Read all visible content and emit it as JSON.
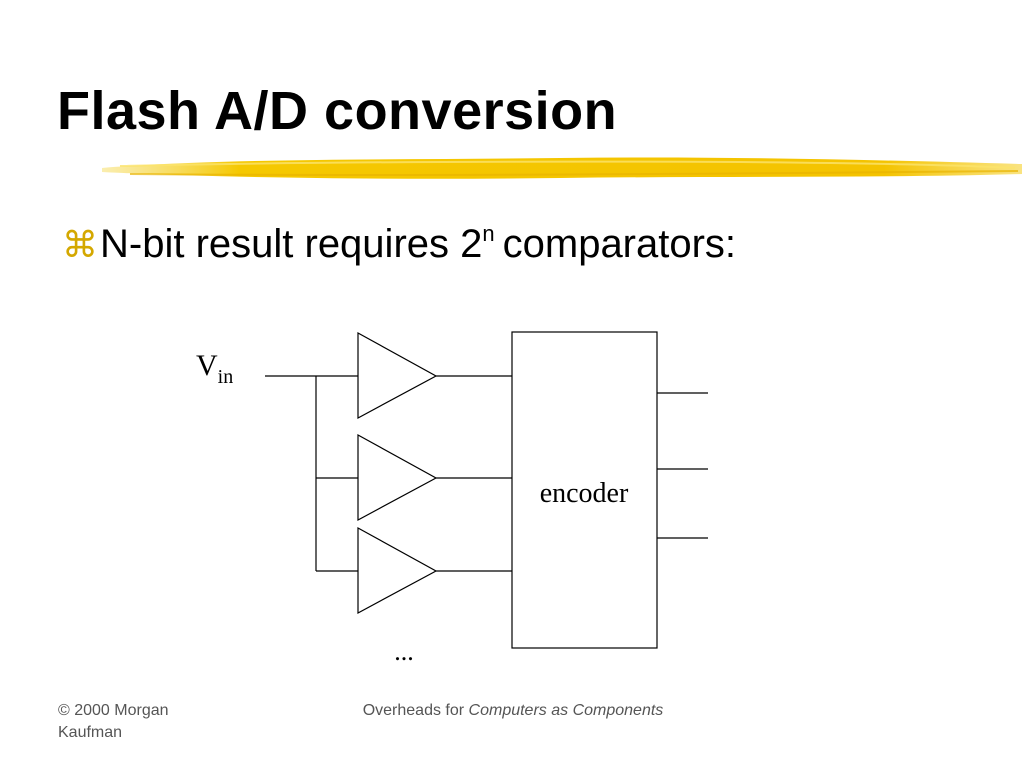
{
  "slide": {
    "title": "Flash A/D conversion",
    "bullet": {
      "glyph": "⌘",
      "text_before": "N-bit result requires 2",
      "superscript": "n",
      "text_after": "comparators:"
    },
    "accent_color": "#f2c200"
  },
  "diagram": {
    "input_label_main": "V",
    "input_label_sub": "in",
    "block_label": "encoder",
    "ellipsis": "..."
  },
  "footer": {
    "left": "© 2000 Morgan Kaufman",
    "center_prefix": "Overheads for ",
    "center_italic": "Computers as Components"
  }
}
